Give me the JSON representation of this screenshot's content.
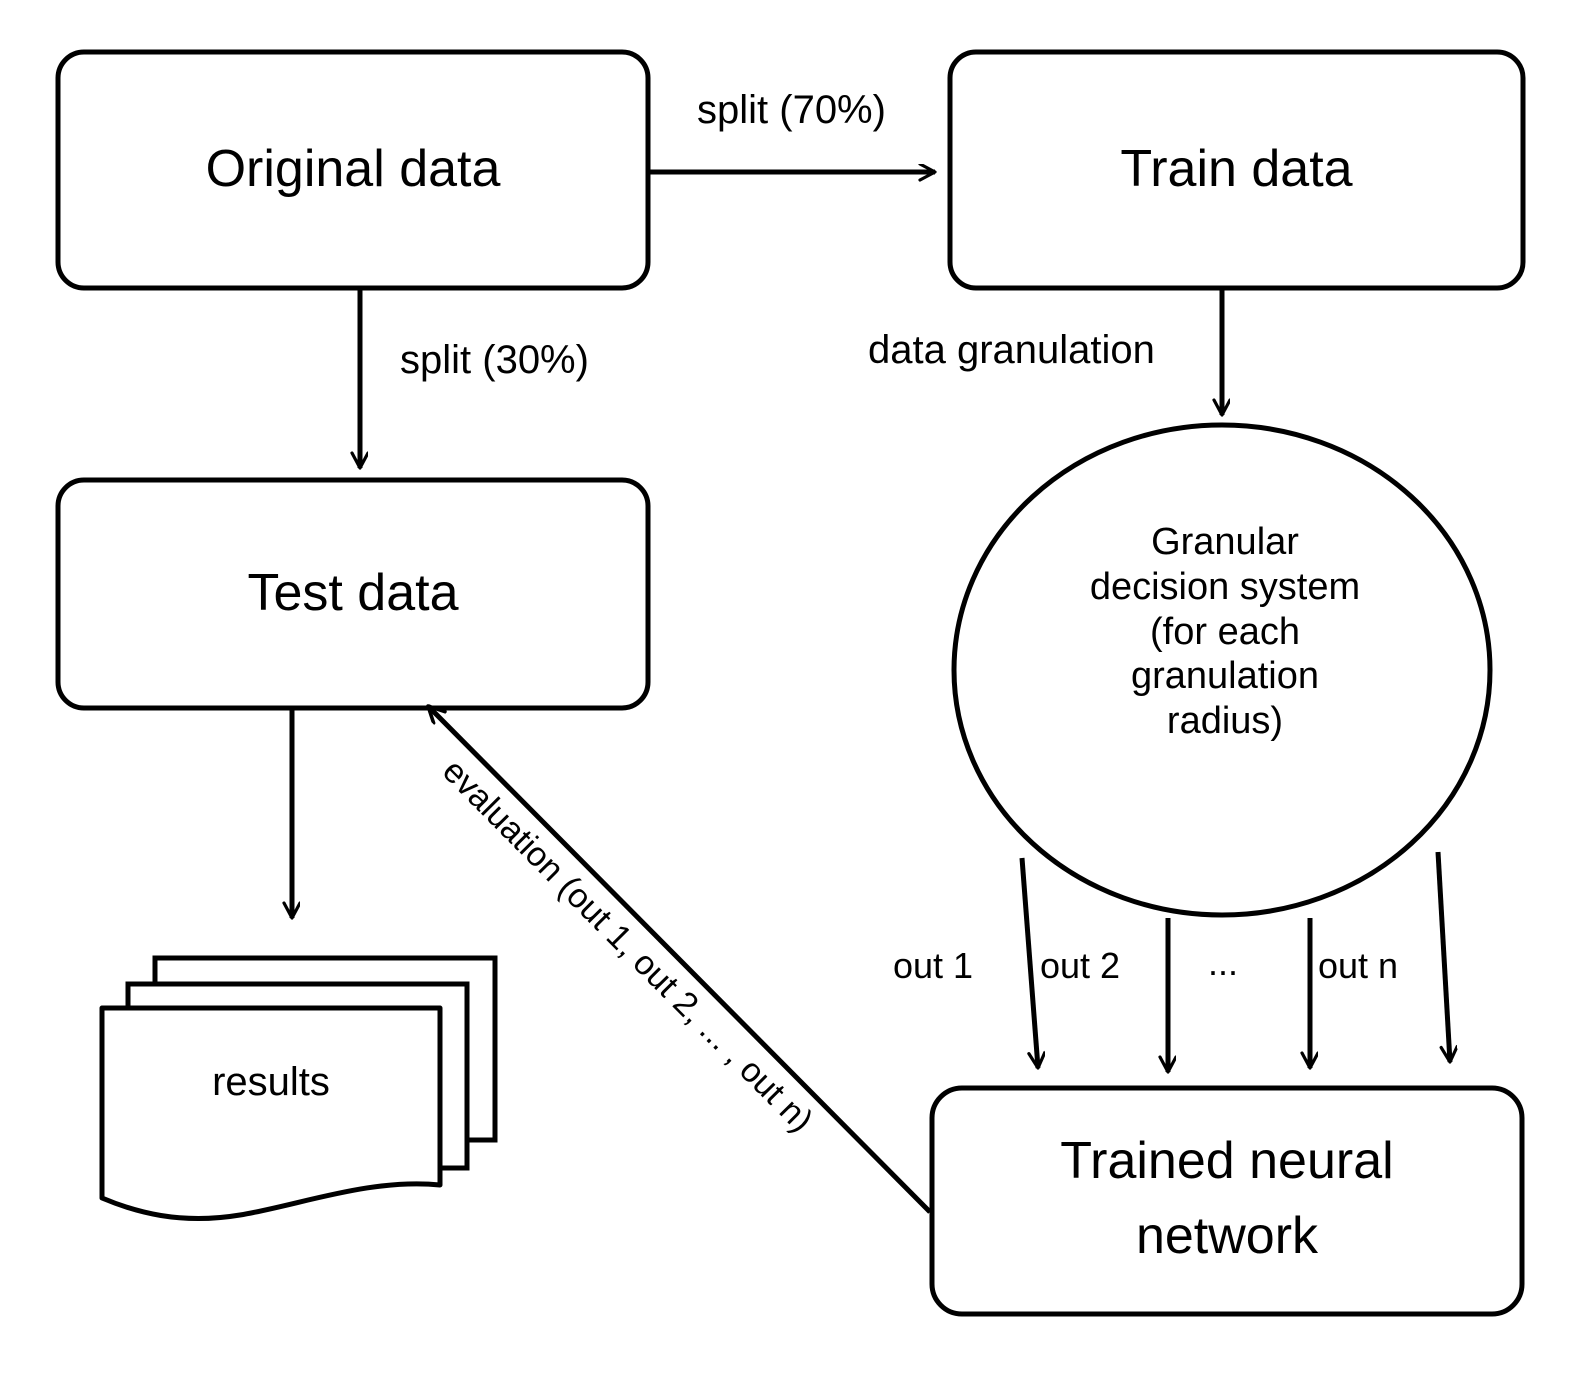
{
  "diagram": {
    "type": "flowchart",
    "title": "Granular decision system experiment workflow",
    "nodes": [
      {
        "id": "original-data",
        "label": "Original data",
        "shape": "rounded-rectangle"
      },
      {
        "id": "train-data",
        "label": "Train data",
        "shape": "rounded-rectangle"
      },
      {
        "id": "test-data",
        "label": "Test data",
        "shape": "rounded-rectangle"
      },
      {
        "id": "granular-system",
        "label": "Granular decision system (for each granulation radius)",
        "shape": "ellipse",
        "lines": [
          "Granular",
          "decision system",
          "(for each",
          "granulation",
          "radius)"
        ]
      },
      {
        "id": "trained-nn",
        "label": "Trained neural network",
        "shape": "rounded-rectangle",
        "lines": [
          "Trained neural",
          "network"
        ]
      },
      {
        "id": "results",
        "label": "results",
        "shape": "multi-document"
      }
    ],
    "edges": [
      {
        "id": "original-to-train",
        "from": "original-data",
        "to": "train-data",
        "label": "split (70%)"
      },
      {
        "id": "original-to-test",
        "from": "original-data",
        "to": "test-data",
        "label": "split (30%)"
      },
      {
        "id": "train-to-granular",
        "from": "train-data",
        "to": "granular-system",
        "label": "data granulation"
      },
      {
        "id": "test-to-results",
        "from": "test-data",
        "to": "results",
        "label": ""
      },
      {
        "id": "granular-out-1",
        "from": "granular-system",
        "to": "trained-nn",
        "label": "out 1"
      },
      {
        "id": "granular-out-2",
        "from": "granular-system",
        "to": "trained-nn",
        "label": "out 2"
      },
      {
        "id": "granular-out-ellipsis",
        "from": "granular-system",
        "to": "trained-nn",
        "label": "..."
      },
      {
        "id": "granular-out-n",
        "from": "granular-system",
        "to": "trained-nn",
        "label": "out n"
      },
      {
        "id": "nn-to-test",
        "from": "trained-nn",
        "to": "test-data",
        "label": "evaluation (out 1, out 2, ... , out n)"
      }
    ],
    "colors": {
      "stroke": "#000000",
      "fill": "#ffffff",
      "text": "#000000"
    }
  }
}
